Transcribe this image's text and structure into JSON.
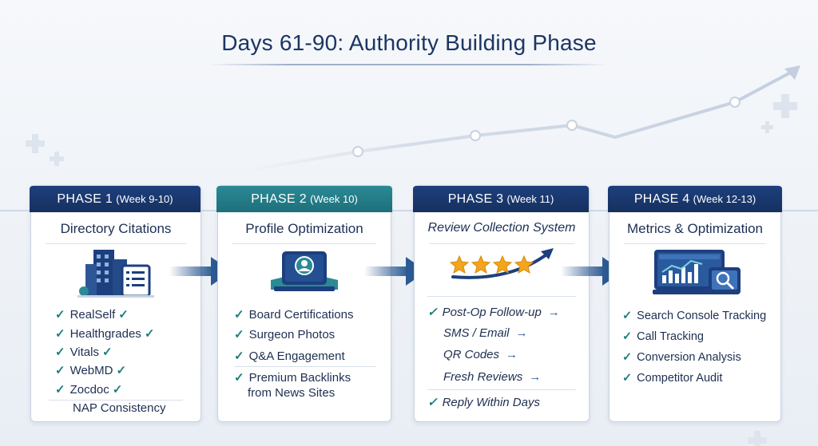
{
  "title": "Days 61-90: Authority Building Phase",
  "phases": [
    {
      "label": "PHASE 1",
      "weeks": "(Week 9-10)",
      "heading": "Directory Citations",
      "icon": "building-directory-icon",
      "items": [
        "RealSelf",
        "Healthgrades",
        "Vitals",
        "WebMD",
        "Zocdoc"
      ],
      "footer": "NAP Consistency"
    },
    {
      "label": "PHASE 2",
      "weeks": "(Week 10)",
      "heading": "Profile Optimization",
      "icon": "profile-card-icon",
      "items": [
        "Board Certifications",
        "Surgeon Photos",
        "Q&A Engagement",
        "Premium Backlinks",
        "from News Sites"
      ]
    },
    {
      "label": "PHASE 3",
      "weeks": "(Week 11)",
      "heading": "Review Collection System",
      "icon": "four-stars-icon",
      "items": [
        "Post-Op Follow-up",
        "SMS / Email",
        "QR Codes",
        "Fresh Reviews"
      ],
      "footer": "Reply Within Days"
    },
    {
      "label": "PHASE 4",
      "weeks": "(Week 12-13)",
      "heading": "Metrics & Optimization",
      "icon": "analytics-dashboard-icon",
      "items": [
        "Search Console Tracking",
        "Call Tracking",
        "Conversion Analysis",
        "Competitor Audit"
      ]
    }
  ],
  "colors": {
    "navy": "#1d3f7d",
    "teal": "#2b8a95",
    "check": "#1c7f7c",
    "star": "#f3a51c"
  }
}
